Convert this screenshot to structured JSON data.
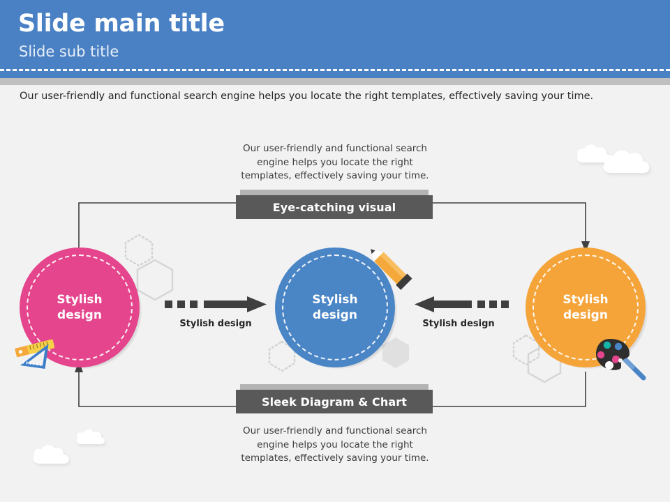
{
  "header": {
    "title": "Slide main title",
    "subtitle": "Slide sub title",
    "band_color": "#4a81c4",
    "rule_color": "#bfbfbf"
  },
  "lead_paragraph": "Our user-friendly and functional search engine helps you locate the right templates, effectively saving your time.",
  "descriptions": {
    "top": "Our user-friendly and functional search engine helps you locate the right templates, effectively saving your time.",
    "bottom": "Our user-friendly and functional search engine helps you locate the right templates, effectively saving your time."
  },
  "banners": {
    "top": {
      "label": "Eye-catching visual",
      "body_color": "#595959",
      "cap_color": "#b3b3b3"
    },
    "bottom": {
      "label": "Sleek Diagram & Chart",
      "body_color": "#595959",
      "cap_color": "#b3b3b3"
    }
  },
  "nodes": [
    {
      "id": "left",
      "label_line1": "Stylish",
      "label_line2": "design",
      "color": "#e4458c",
      "icon": "ruler-triangle-icon"
    },
    {
      "id": "center",
      "label_line1": "Stylish",
      "label_line2": "design",
      "color": "#4a85c6",
      "icon": "pencil-icon"
    },
    {
      "id": "right",
      "label_line1": "Stylish",
      "label_line2": "design",
      "color": "#f5a43a",
      "icon": "paint-palette-icon"
    }
  ],
  "arrows": [
    {
      "id": "left-to-center",
      "caption": "Stylish design",
      "direction": "right",
      "color": "#3f3f3f"
    },
    {
      "id": "right-to-center",
      "caption": "Stylish design",
      "direction": "left",
      "color": "#3f3f3f"
    }
  ],
  "decorations": {
    "clouds": [
      "cloud-top-right-small",
      "cloud-top-right-large",
      "cloud-bottom-left-small",
      "cloud-bottom-left-large"
    ],
    "hexagons": [
      "hexagon-dotted-left",
      "hexagon-outline-left",
      "hexagon-dotted-center",
      "hexagon-solid-center",
      "hexagon-outline-right",
      "hexagon-dotted-right"
    ],
    "connector_color": "#3f3f3f"
  }
}
